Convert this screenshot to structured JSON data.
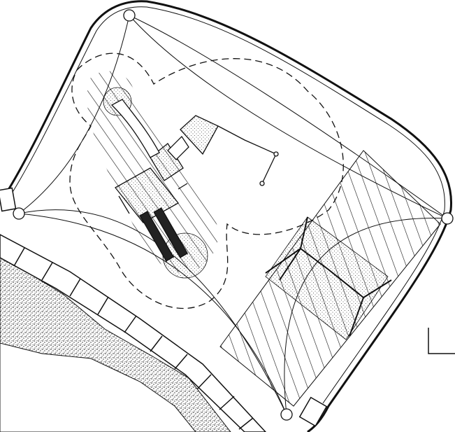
{
  "drawing": {
    "kind": "playground-site-plan",
    "colors": {
      "line": "#111111",
      "background": "#ffffff",
      "stipple": "#222222"
    },
    "elements": [
      "site-boundary",
      "paver-edge-strip",
      "stippled-path",
      "shade-sail-cables",
      "sail-poles",
      "safety-zone-dashed",
      "hatched-surfacing",
      "play-structure",
      "swing-set"
    ],
    "pole_count": 4
  }
}
